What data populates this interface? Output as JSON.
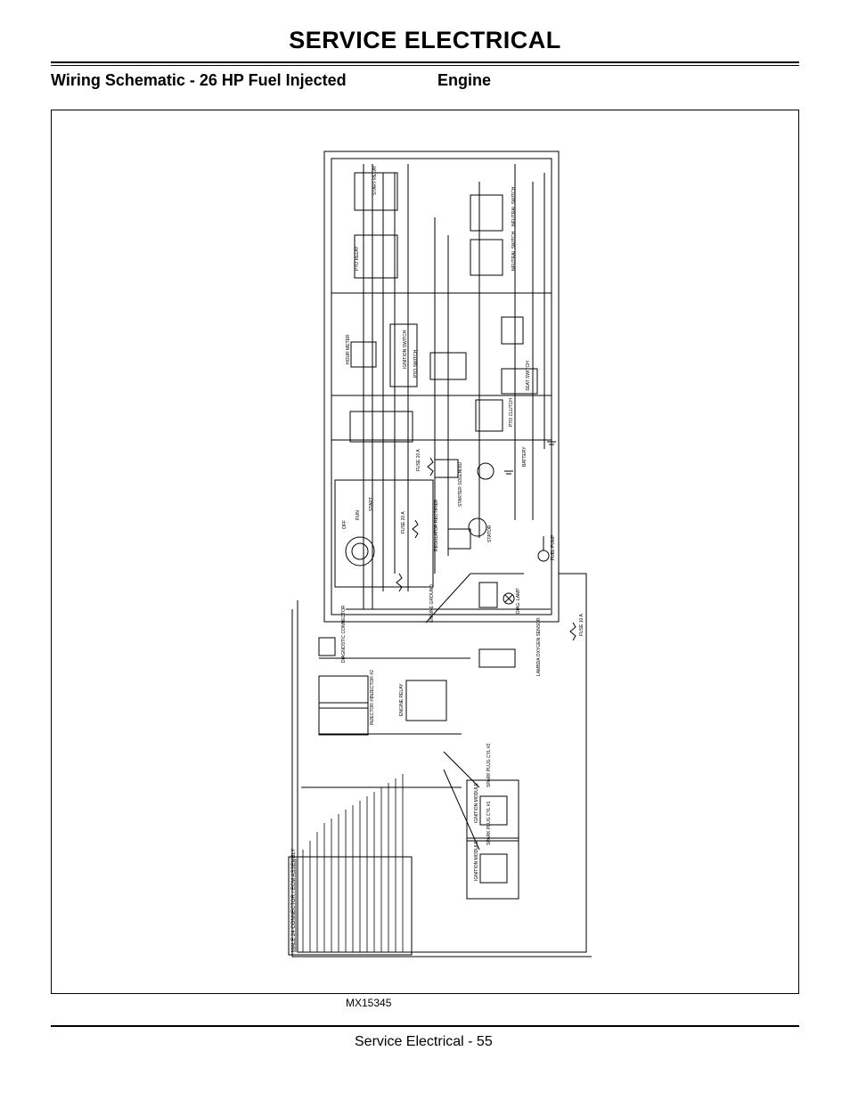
{
  "header": {
    "title": "SERVICE ELECTRICAL",
    "subtitle_left": "Wiring Schematic - 26 HP Fuel Injected",
    "subtitle_right": "Engine"
  },
  "figure": {
    "id": "MX15345",
    "labels": {
      "start_relay": "START RELAY",
      "ptc_relay": "PTO RELAY",
      "neutral_switch": "NEUTRAL SWITCH",
      "hour_meter": "HOUR METER",
      "ignition_switch": "IGNITION SWITCH",
      "pto_switch": "PTO SWITCH",
      "seat_switch": "SEAT SWITCH",
      "pto_clutch": "PTO CLUTCH",
      "battery": "BATTERY",
      "starter_solenoid": "STARTER SOLENOID",
      "starter": "STARTER",
      "regulator_rectifier": "REGULATOR RECTIFIER",
      "stator": "STATOR",
      "fuel_pump": "FUEL PUMP",
      "diag_lamp": "DIAG. LAMP",
      "engine_ground": "ENGINE GROUND",
      "diagnostic_connector": "DIAGNOSTIC CONNECTOR",
      "injector_2": "INJECTOR #2",
      "injector_1": "INJECTOR #1",
      "engine_relay": "ENGINE RELAY",
      "lambda_sensor": "LAMBDA OXYGEN SENSOR",
      "ignition_module_1": "IGNITION MODULE",
      "ignition_module_2": "IGNITION MODULE",
      "spark_plug_1": "SPARK PLUG CYL #2",
      "spark_plug_2": "SPARK PLUG CYL #1",
      "ecu_connector": "MALE 24 CONNECTOR / ECM ASSEMBLY",
      "fuse_20a": "FUSE 20 A",
      "fuse_10a": "FUSE 10 A",
      "off": "OFF",
      "run": "RUN",
      "start": "START"
    }
  },
  "footer": {
    "page_label": "Service Electrical - 55"
  }
}
